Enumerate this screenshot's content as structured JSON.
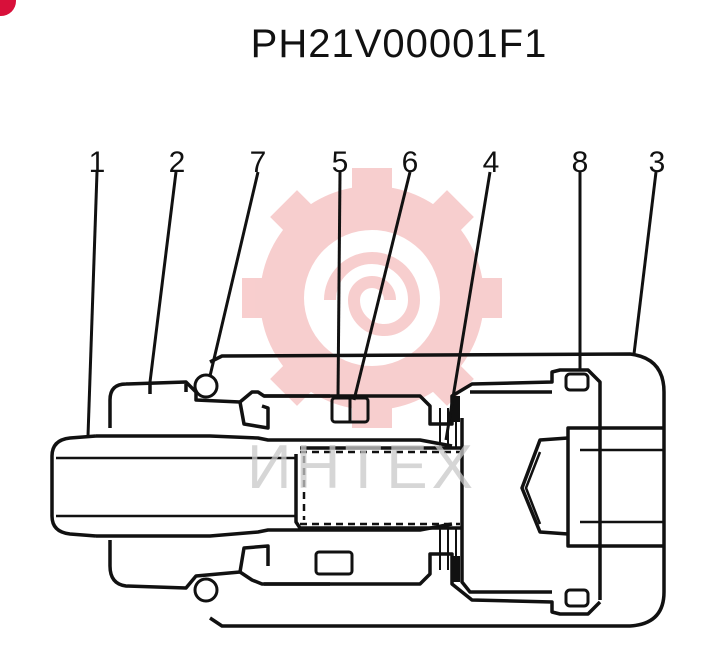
{
  "title": "PH21V00001F1",
  "watermark": {
    "text": "ИНТЕХ",
    "logo_color": "#f7c9c9",
    "text_color": "#c9c9c9"
  },
  "part_labels": [
    "1",
    "2",
    "7",
    "5",
    "6",
    "4",
    "8",
    "3"
  ],
  "colors": {
    "ink": "#111111",
    "corner_mark": "#d8103a",
    "background": "#ffffff"
  }
}
